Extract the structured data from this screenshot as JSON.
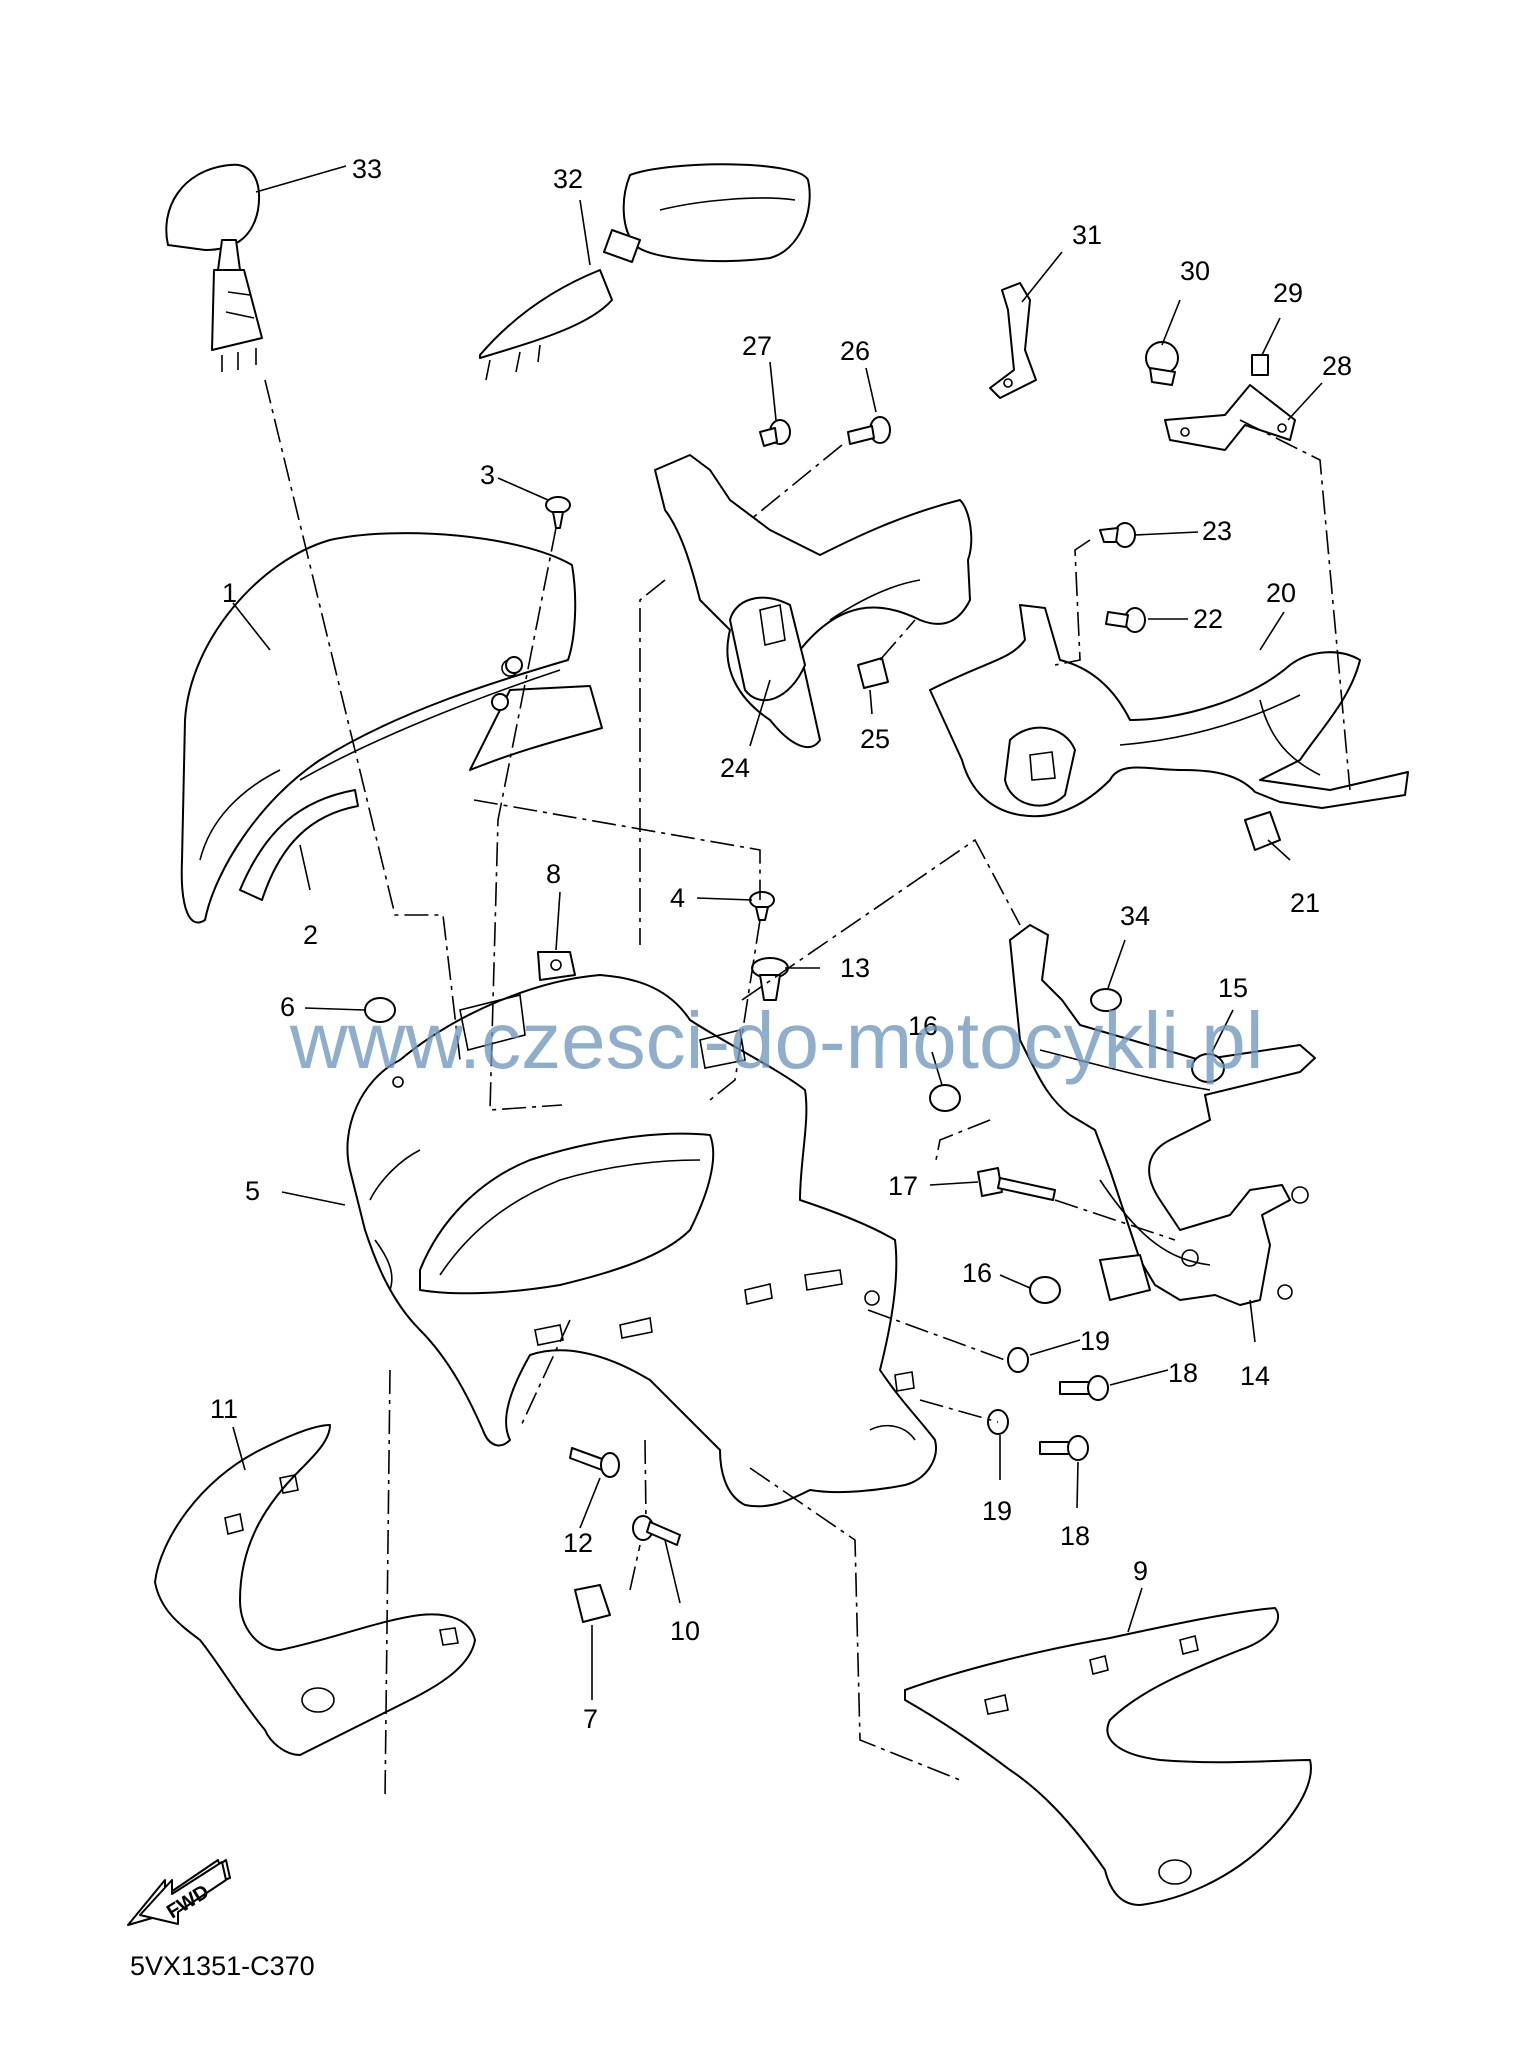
{
  "watermark": "www.czesci-do-motocykli.pl",
  "diagram_code": "5VX1351-C370",
  "direction_badge": "FWD",
  "callouts": {
    "n1": "1",
    "n2": "2",
    "n3": "3",
    "n4": "4",
    "n5": "5",
    "n6": "6",
    "n7": "7",
    "n8": "8",
    "n9": "9",
    "n10": "10",
    "n11": "11",
    "n12": "12",
    "n13": "13",
    "n14": "14",
    "n15": "15",
    "n16a": "16",
    "n16b": "16",
    "n17": "17",
    "n18a": "18",
    "n18b": "18",
    "n19a": "19",
    "n19b": "19",
    "n20": "20",
    "n21": "21",
    "n22": "22",
    "n23": "23",
    "n24": "24",
    "n25": "25",
    "n26": "26",
    "n27": "27",
    "n28": "28",
    "n29": "29",
    "n30": "30",
    "n31": "31",
    "n32": "32",
    "n33": "33",
    "n34": "34"
  }
}
